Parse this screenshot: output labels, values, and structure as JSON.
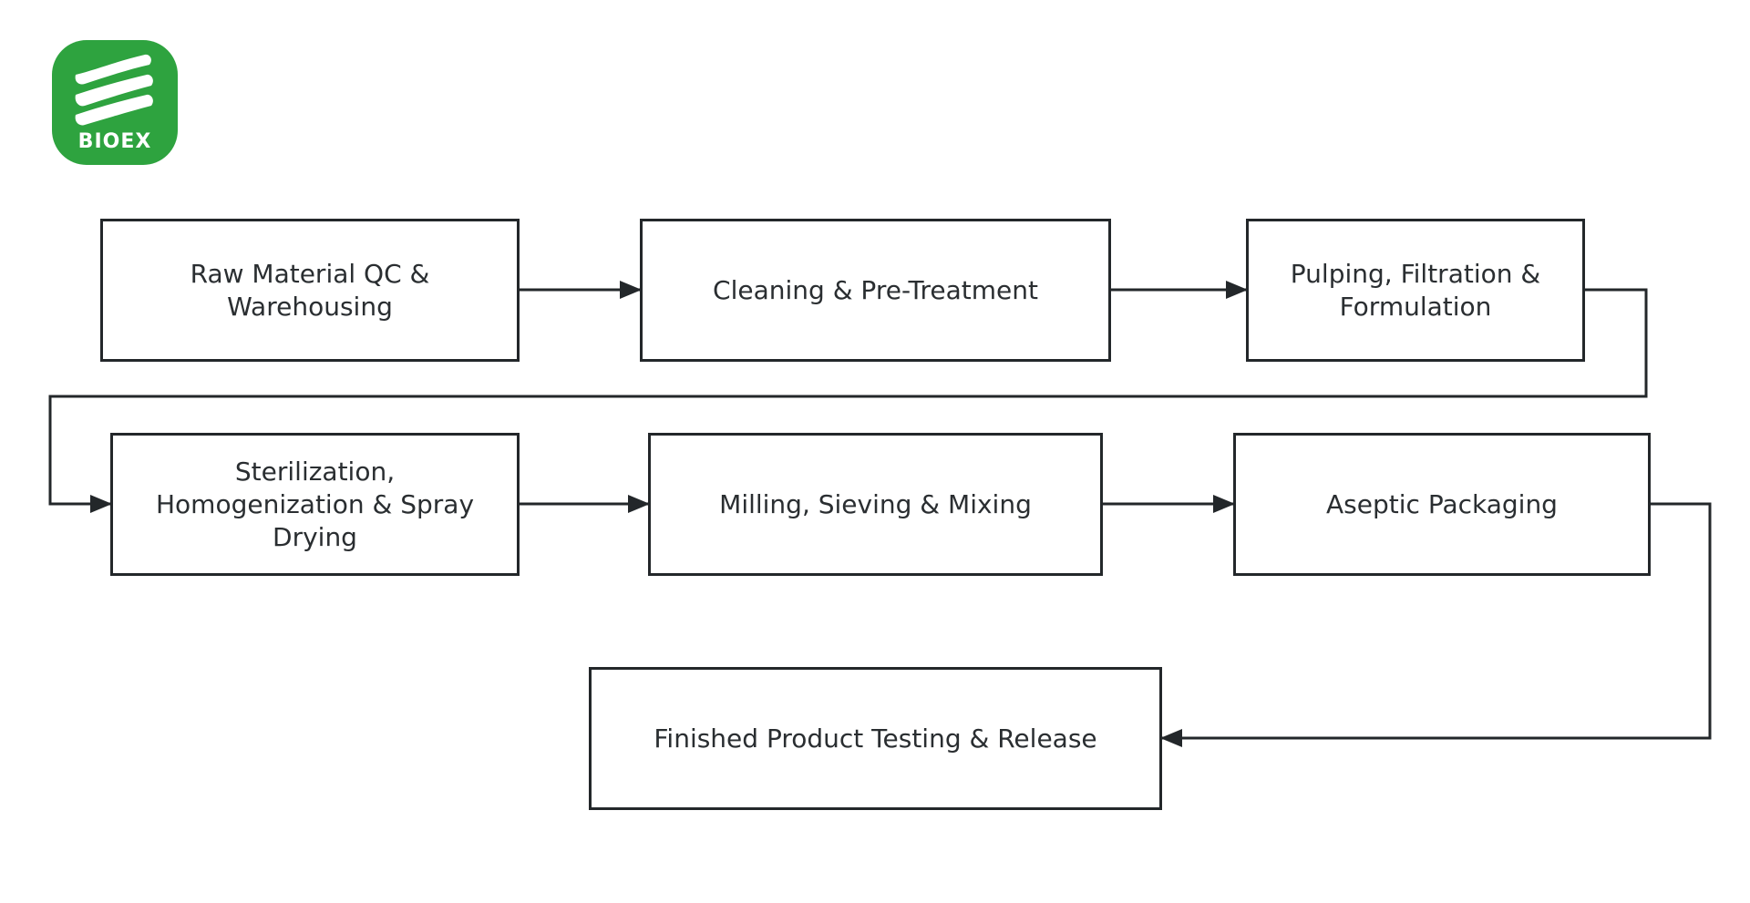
{
  "logo": {
    "text": "BIOEX",
    "color": "#2ea33f"
  },
  "steps": [
    {
      "label": "Raw Material QC & Warehousing"
    },
    {
      "label": "Cleaning & Pre-Treatment"
    },
    {
      "label": "Pulping, Filtration & Formulation"
    },
    {
      "label": "Sterilization, Homogenization & Spray Drying"
    },
    {
      "label": "Milling, Sieving & Mixing"
    },
    {
      "label": "Aseptic Packaging"
    },
    {
      "label": "Finished Product Testing & Release"
    }
  ],
  "colors": {
    "stroke": "#23272a",
    "text": "#2a2e31",
    "background": "#ffffff"
  }
}
